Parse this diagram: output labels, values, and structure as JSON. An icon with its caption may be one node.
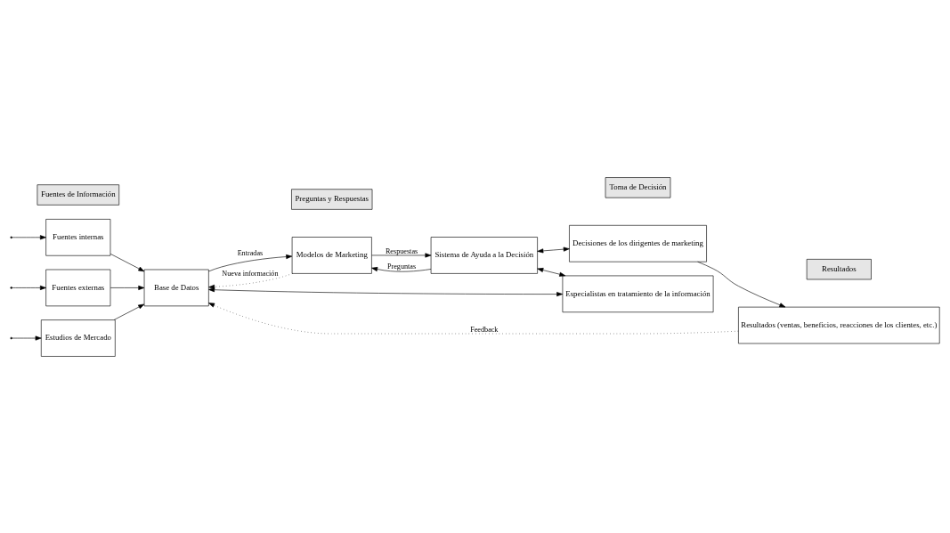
{
  "diagram": {
    "nodes": [
      {
        "text": [
          "Fuentes de Información"
        ]
      },
      {
        "text": [
          "Preguntas y Respuestas"
        ]
      },
      {
        "text": [
          "Toma de Decisión"
        ]
      },
      {
        "text": [
          "Resultados"
        ]
      },
      {
        "text": [
          "Estudios de Mercado"
        ]
      },
      {
        "text": [
          "Fuentes internas"
        ]
      },
      {
        "text": [
          "Fuentes externas"
        ]
      },
      {
        "text": [
          "Base de Datos"
        ]
      },
      {
        "text": [
          "Modelos de Marketing"
        ]
      },
      {
        "text": [
          "Sistema de Ayuda a la Decisión"
        ]
      },
      {
        "text": [
          "Decisiones de los dirigentes de marketing"
        ]
      },
      {
        "text": [
          "Resultados (ventas, beneficios, reacciones de los clientes, etc.)"
        ]
      },
      {
        "text": [
          "Especialistas en tratamiento de la información"
        ]
      }
    ],
    "edges": [
      {
        "from": null,
        "to": 4,
        "arrow": "to"
      },
      {
        "from": null,
        "to": 5,
        "arrow": "to"
      },
      {
        "from": null,
        "to": 6,
        "arrow": "to"
      },
      {
        "from": 4,
        "to": 7,
        "arrow": "to"
      },
      {
        "from": 5,
        "to": 7,
        "arrow": "to"
      },
      {
        "from": 6,
        "to": 7,
        "arrow": "to"
      },
      {
        "from": 7,
        "to": 8,
        "arrow": "to",
        "label": "Entradas"
      },
      {
        "from": 8,
        "to": 7,
        "arrow": "to",
        "label": "Nueva información",
        "style": "dashed"
      },
      {
        "from": 9,
        "to": 8,
        "arrow": "to",
        "label": "Preguntas"
      },
      {
        "from": 8,
        "to": 9,
        "arrow": "to",
        "label": "Respuestas"
      },
      {
        "from": 9,
        "to": 10,
        "arrow": "both"
      },
      {
        "from": 10,
        "to": 11,
        "arrow": "to"
      },
      {
        "from": 9,
        "to": 12,
        "arrow": "both"
      },
      {
        "from": 12,
        "to": 7,
        "arrow": "both"
      },
      {
        "from": 11,
        "to": 7,
        "arrow": "to",
        "label": "Feedback",
        "style": "dashed"
      }
    ]
  }
}
